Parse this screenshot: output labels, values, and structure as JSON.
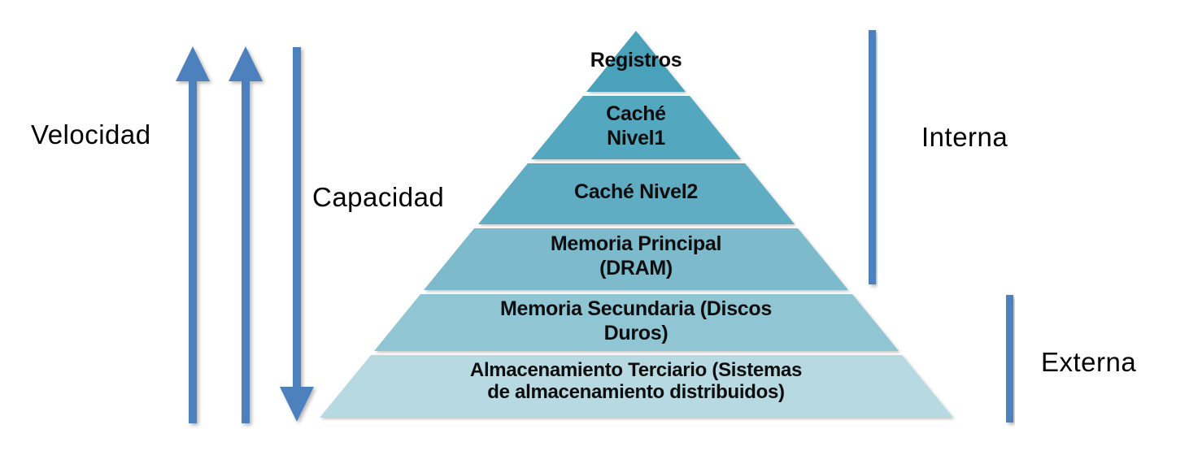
{
  "canvas": {
    "background": "#FFFFFF"
  },
  "colors": {
    "arrow_blue": "#4E81BD",
    "pyramid_text": "#0D0D0D",
    "label_text": "#000000"
  },
  "labels": {
    "velocidad": "Velocidad",
    "capacidad": "Capacidad",
    "interna": "Interna",
    "externa": "Externa"
  },
  "pyramid": {
    "levels": [
      {
        "label": "Registros",
        "lines": [
          "Registros"
        ],
        "color": "#48A1BA"
      },
      {
        "label": "Caché Nivel1",
        "lines": [
          "Caché",
          "Nivel1"
        ],
        "color": "#53A8C0"
      },
      {
        "label": "Caché Nivel2",
        "lines": [
          "Caché Nivel2"
        ],
        "color": "#60ADC3"
      },
      {
        "label": "Memoria Principal (DRAM)",
        "lines": [
          "Memoria Principal",
          "(DRAM)"
        ],
        "color": "#7BBACC"
      },
      {
        "label": "Memoria Secundaria (Discos Duros)",
        "lines": [
          "Memoria Secundaria (Discos",
          "Duros)"
        ],
        "color": "#90C5D4"
      },
      {
        "label": "Almacenamiento Terciario (Sistemas de almacenamiento distribuidos)",
        "lines": [
          "Almacenamiento Terciario (Sistemas",
          "de almacenamiento distribuidos)"
        ],
        "color": "#B6D9E2"
      }
    ]
  }
}
